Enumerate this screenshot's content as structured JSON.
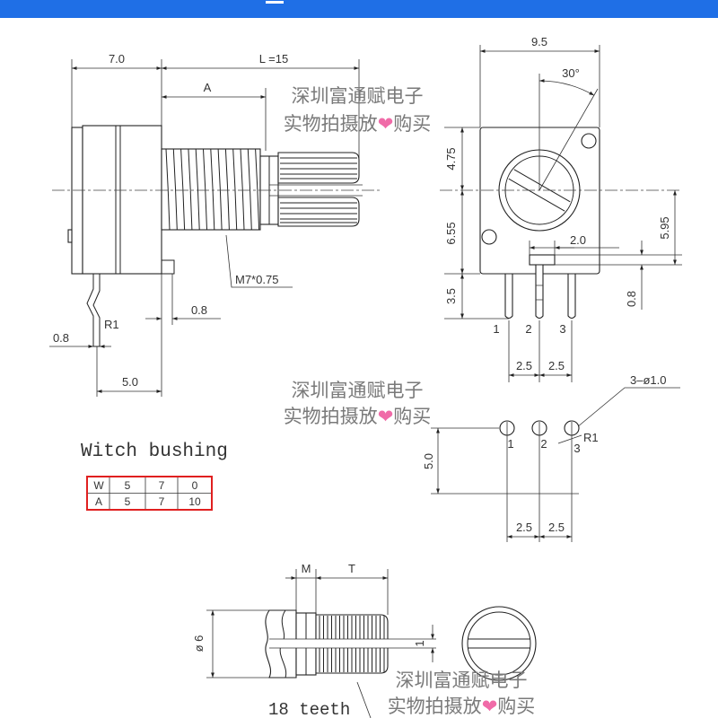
{
  "header": {
    "accent": "#1f6fe6"
  },
  "watermark": {
    "line1": "深圳富通赋电子",
    "line2_a": "实物拍摄放",
    "heart": "❤",
    "line2_b": "购买",
    "heart_color": "#f06ba8"
  },
  "side_view": {
    "dim_body": "7.0",
    "dim_length": "L =15",
    "dim_a": "A",
    "thread": "M7*0.75",
    "radius": "R1",
    "dim_bracket": "0.8",
    "dim_pin_thickness": "0.8",
    "dim_pin_offset": "5.0"
  },
  "front_view": {
    "dim_width": "9.5",
    "angle": "30°",
    "dim_top": "4.75",
    "dim_bottom": "6.55",
    "dim_pin_length": "3.5",
    "dim_right": "5.95",
    "dim_tab": "2.0",
    "dim_tab_thickness": "0.8",
    "pins": [
      "1",
      "2",
      "3"
    ],
    "pitch": [
      "2.5",
      "2.5"
    ]
  },
  "hole_pattern": {
    "holes": "3–ø1.0",
    "radius": "R1",
    "pins": [
      "1",
      "2",
      "3"
    ],
    "row_offset": "5.0",
    "pitch": [
      "2.5",
      "2.5"
    ]
  },
  "bushing_table": {
    "title": "Witch bushing",
    "rows": [
      [
        "W",
        "5",
        "7",
        "0"
      ],
      [
        "A",
        "5",
        "7",
        "10"
      ]
    ],
    "border_color": "#e02020"
  },
  "shaft_detail": {
    "dim_m": "M",
    "dim_t": "T",
    "diameter": "ø 6",
    "slot": "1",
    "teeth": "18 teeth"
  }
}
